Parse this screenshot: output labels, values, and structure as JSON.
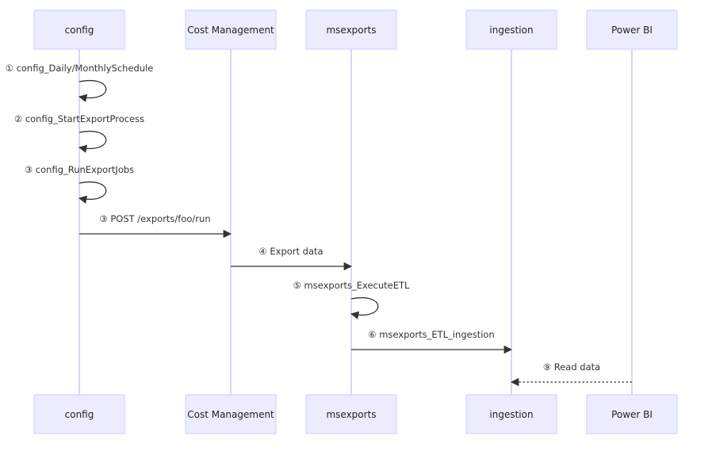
{
  "participants": [
    {
      "id": "config",
      "label": "config"
    },
    {
      "id": "cm",
      "label": "Cost Management"
    },
    {
      "id": "ms",
      "label": "msexports"
    },
    {
      "id": "ing",
      "label": "ingestion"
    },
    {
      "id": "pbi",
      "label": "Power BI"
    }
  ],
  "messages": [
    {
      "num": "①",
      "text": "config_Daily/MonthlySchedule",
      "from": "config",
      "to": "config",
      "style": "solid"
    },
    {
      "num": "②",
      "text": "config_StartExportProcess",
      "from": "config",
      "to": "config",
      "style": "solid"
    },
    {
      "num": "③",
      "text": "config_RunExportJobs",
      "from": "config",
      "to": "config",
      "style": "solid"
    },
    {
      "num": "③",
      "text": "POST /exports/foo/run",
      "from": "config",
      "to": "cm",
      "style": "solid"
    },
    {
      "num": "④",
      "text": "Export data",
      "from": "cm",
      "to": "ms",
      "style": "solid"
    },
    {
      "num": "⑤",
      "text": "msexports_ExecuteETL",
      "from": "ms",
      "to": "ms",
      "style": "solid"
    },
    {
      "num": "⑥",
      "text": "msexports_ETL_ingestion",
      "from": "ms",
      "to": "ing",
      "style": "solid"
    },
    {
      "num": "⑨",
      "text": "Read data",
      "from": "pbi",
      "to": "ing",
      "style": "dotted"
    }
  ]
}
